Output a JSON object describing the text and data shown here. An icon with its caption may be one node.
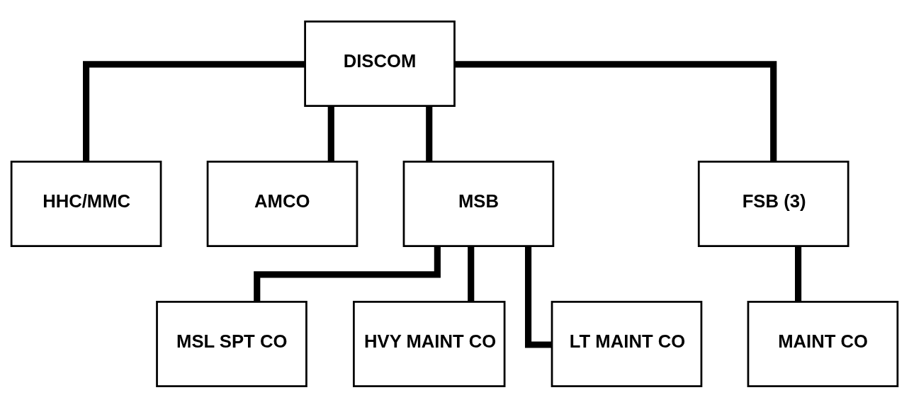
{
  "diagram": {
    "nodes": [
      {
        "text": [
          "DISCOM"
        ]
      },
      {
        "text": [
          "HHC/MMC"
        ]
      },
      {
        "text": [
          "AMCO"
        ]
      },
      {
        "text": [
          "MSB"
        ]
      },
      {
        "text": [
          "FSB (3)"
        ]
      },
      {
        "text": [
          "MSL SPT CO"
        ]
      },
      {
        "text": [
          "HVY MAINT CO"
        ]
      },
      {
        "text": [
          "LT MAINT CO"
        ]
      },
      {
        "text": [
          "MAINT CO"
        ]
      }
    ],
    "edges": [
      {
        "from": 0,
        "to": 1,
        "arrow": "none"
      },
      {
        "from": 0,
        "to": 2,
        "arrow": "none"
      },
      {
        "from": 0,
        "to": 3,
        "arrow": "none"
      },
      {
        "from": 0,
        "to": 4,
        "arrow": "none"
      },
      {
        "from": 3,
        "to": 5,
        "arrow": "none"
      },
      {
        "from": 3,
        "to": 6,
        "arrow": "none"
      },
      {
        "from": 3,
        "to": 7,
        "arrow": "none"
      },
      {
        "from": 4,
        "to": 8,
        "arrow": "none"
      }
    ]
  }
}
